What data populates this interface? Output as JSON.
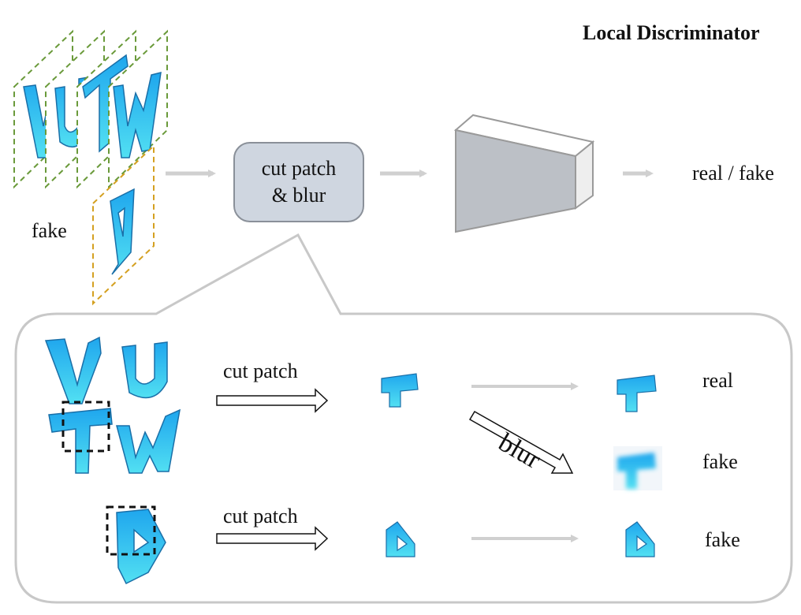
{
  "title": "Local Discriminator",
  "top": {
    "fake_label": "fake",
    "process_box_line1": "cut patch",
    "process_box_line2": "& blur",
    "output_label": "real / fake",
    "glyph_cards": [
      "V",
      "U",
      "T",
      "W",
      "D"
    ]
  },
  "detail": {
    "cut_patch_label_1": "cut patch",
    "cut_patch_label_2": "cut patch",
    "blur_label": "blur",
    "real_label": "real",
    "fake_label_1": "fake",
    "fake_label_2": "fake",
    "glyphs": [
      "V",
      "U",
      "T",
      "W",
      "D"
    ]
  },
  "colors": {
    "glyph_fill": "#2ec4f0",
    "glyph_outline": "#1a6fa8",
    "green_dash": "#6a9a3a",
    "gold_dash": "#d4a020",
    "arrow_gray": "#d0d0d0",
    "box_fill": "#cfd6e0",
    "box_stroke": "#8a9099",
    "discriminator_front": "#bcc0c6",
    "callout_stroke": "#c8c8c8"
  }
}
